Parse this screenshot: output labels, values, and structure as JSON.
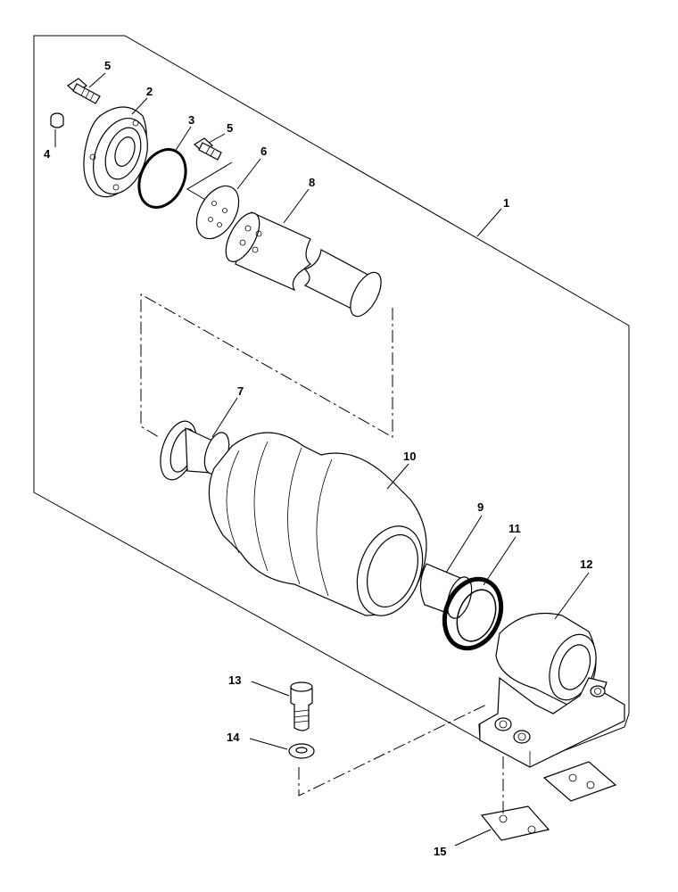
{
  "diagram": {
    "callouts": [
      {
        "id": "c5a",
        "text": "5"
      },
      {
        "id": "c2",
        "text": "2"
      },
      {
        "id": "c3",
        "text": "3"
      },
      {
        "id": "c5b",
        "text": "5"
      },
      {
        "id": "c4",
        "text": "4"
      },
      {
        "id": "c6",
        "text": "6"
      },
      {
        "id": "c8",
        "text": "8"
      },
      {
        "id": "c1",
        "text": "1"
      },
      {
        "id": "c7",
        "text": "7"
      },
      {
        "id": "c10",
        "text": "10"
      },
      {
        "id": "c9",
        "text": "9"
      },
      {
        "id": "c11",
        "text": "11"
      },
      {
        "id": "c12",
        "text": "12"
      },
      {
        "id": "c13",
        "text": "13"
      },
      {
        "id": "c14",
        "text": "14"
      },
      {
        "id": "c15",
        "text": "15"
      }
    ]
  }
}
